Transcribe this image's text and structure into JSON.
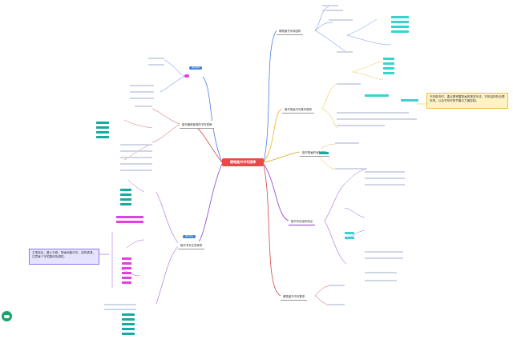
{
  "mindmap": {
    "root": "硬笔楷书书写规律",
    "branches": [
      {
        "label": "硬笔楷书字体结构",
        "color": "#4a7de8"
      },
      {
        "label": "楷书笔画书写基本原则",
        "color": "#e8b92a"
      },
      {
        "label": "楷书笔画的间架规律",
        "color": "#e0a020"
      },
      {
        "label": "楷书偏旁部首的书写规律",
        "color": "#3fb0a0"
      },
      {
        "label": "楷书字形结构特点",
        "color": "#8a3fd0"
      },
      {
        "label": "楷书书写注意事项",
        "color": "#3a7be0"
      },
      {
        "label": "硬笔楷书书写要求",
        "color": "#d04848"
      }
    ],
    "tags": {
      "left_top": "笔画规律",
      "left_bottom": "偏旁部首"
    },
    "callouts": {
      "right": "书写楷书时，重点是掌握笔画的规范写法，字形结构的合理安排，以及书写时的节奏与力度控制。",
      "left": "主笔突出，重心平稳，笔画间距均匀，结构紧凑，注意每个字的整体协调性。"
    }
  },
  "colors": {
    "root": "#e84a4a",
    "cyan": "#35d4d0",
    "magenta": "#e040e0",
    "teal": "#18a9a0",
    "callout_right": "#fff3c4",
    "callout_left": "#e6e3ff"
  }
}
